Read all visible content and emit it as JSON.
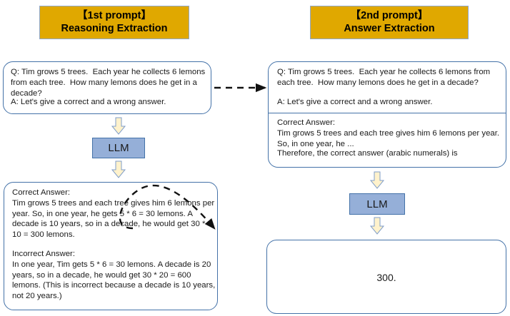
{
  "panels": {
    "left": {
      "header": {
        "line1": "【1st prompt】",
        "line2": "Reasoning Extraction"
      },
      "prompt_box": {
        "question": "Q: Tim grows 5 trees.  Each year he collects 6 lemons from each tree.  How many lemons does he get in a decade?",
        "answer_trigger": "A: Let's give a correct and a wrong answer."
      },
      "llm_label": "LLM",
      "reasoning_box": {
        "correct": "Correct Answer:\nTim grows 5 trees and each tree gives him 6 lemons per year. So, in one year, he gets 5 * 6 = 30 lemons. A decade is 10 years, so in a decade, he would get 30 * 10 = 300 lemons.",
        "incorrect": "Incorrect Answer:\nIn one year, Tim gets 5 * 6 = 30 lemons. A decade is 20 years, so in a decade, he would get 30 * 20 = 600 lemons. (This is incorrect because a decade is 10 years, not 20 years.)"
      }
    },
    "right": {
      "header": {
        "line1": "【2nd prompt】",
        "line2": "Answer Extraction"
      },
      "prompt_box": {
        "question": "Q: Tim grows 5 trees.  Each year he collects 6 lemons from each tree.  How many lemons does he get in a decade?",
        "answer_trigger": "A: Let's give a correct and a wrong answer.",
        "reasoning_excerpt": "Correct Answer:\nTim grows 5 trees and each tree gives him 6 lemons per year. So, in one year, he ...",
        "extraction_trigger": "Therefore, the correct answer (arabic numerals) is"
      },
      "llm_label": "LLM",
      "answer_box": {
        "value": "300."
      }
    }
  },
  "colors": {
    "header_fill": "#E0A800",
    "box_border": "#4472A8",
    "llm_fill": "#95AFD8",
    "arrow_fill": "#FFF2CC",
    "red_text": "#FF0000",
    "connector": "#1a1a1a"
  },
  "icons": {
    "down_arrow": "down-block-arrow",
    "flow_connector": "dashed-arrow"
  }
}
